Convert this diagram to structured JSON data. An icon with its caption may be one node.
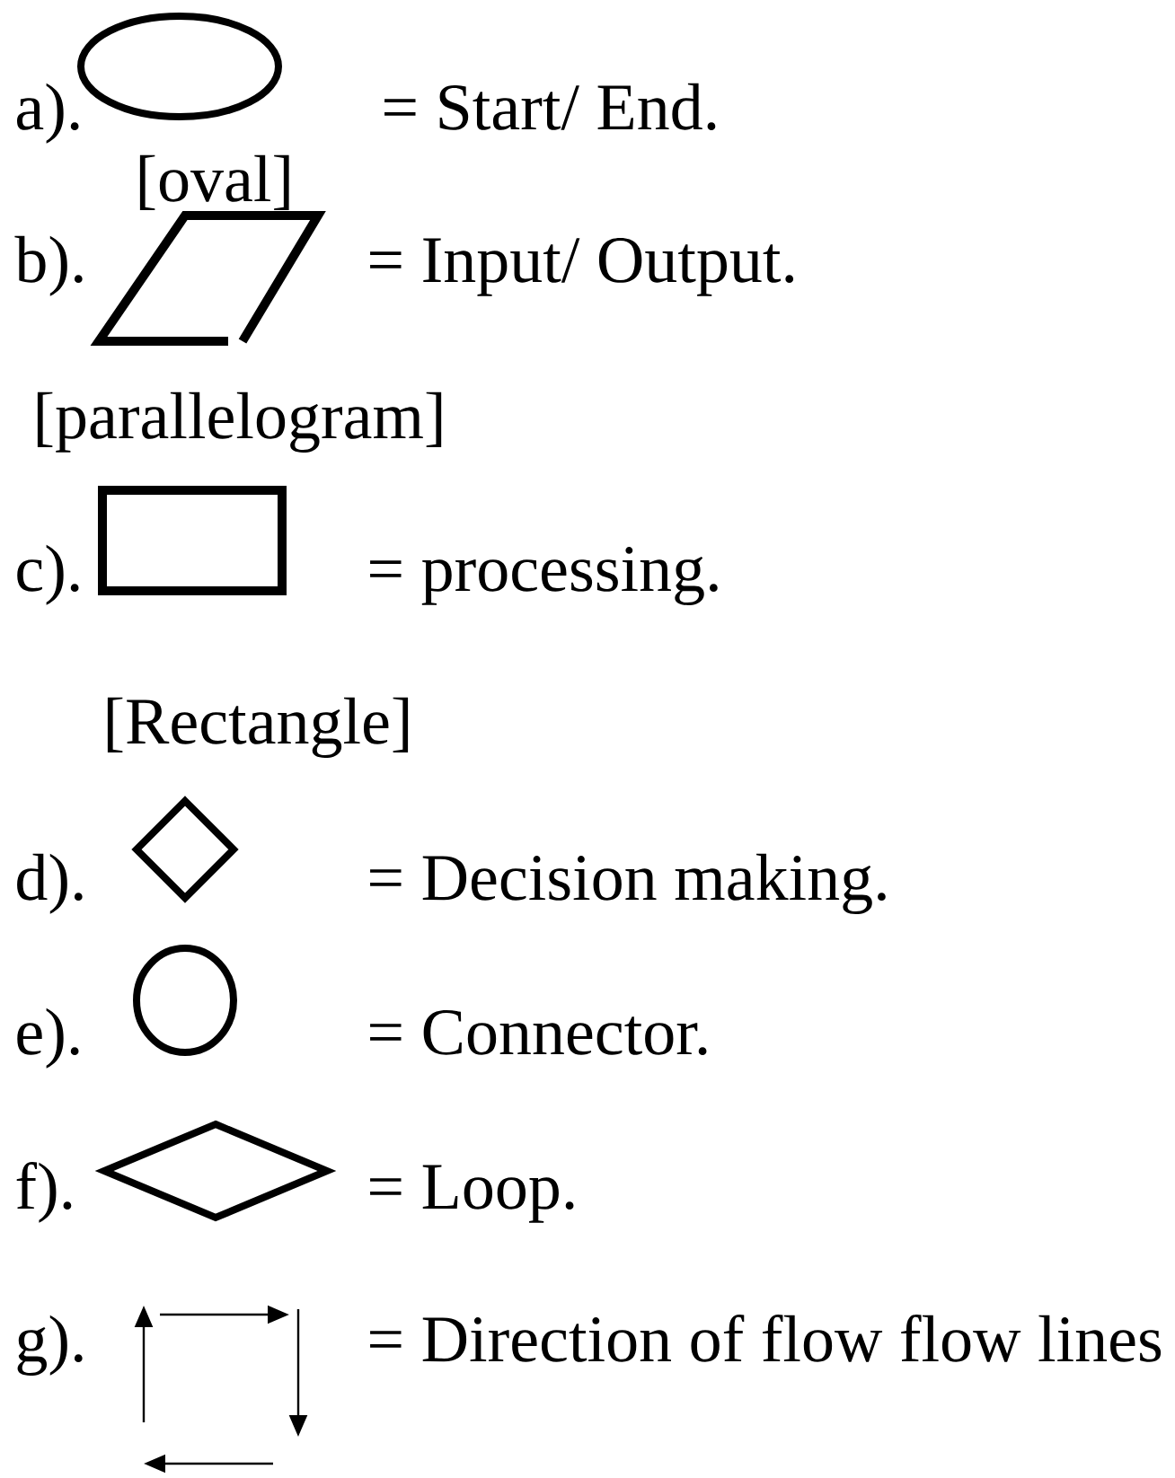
{
  "diagram": {
    "nodes": [
      {
        "text": [],
        "shape": "oval"
      },
      {
        "text": [],
        "shape": "parallelogram"
      },
      {
        "text": [],
        "shape": "box"
      },
      {
        "text": [],
        "shape": "diamond"
      },
      {
        "text": [],
        "shape": "circle"
      },
      {
        "text": [],
        "shape": "diamond"
      }
    ],
    "labels": [
      "a).",
      "= Start/ End.",
      "[oval]",
      "b).",
      "= Input/ Output.",
      "[parallelogram]",
      "c).",
      "= processing.",
      "[Rectangle]",
      "d).",
      "= Decision making.",
      "e).",
      "= Connector.",
      "f).",
      "= Loop.",
      "g).",
      "= Direction of flow flow lines"
    ]
  }
}
